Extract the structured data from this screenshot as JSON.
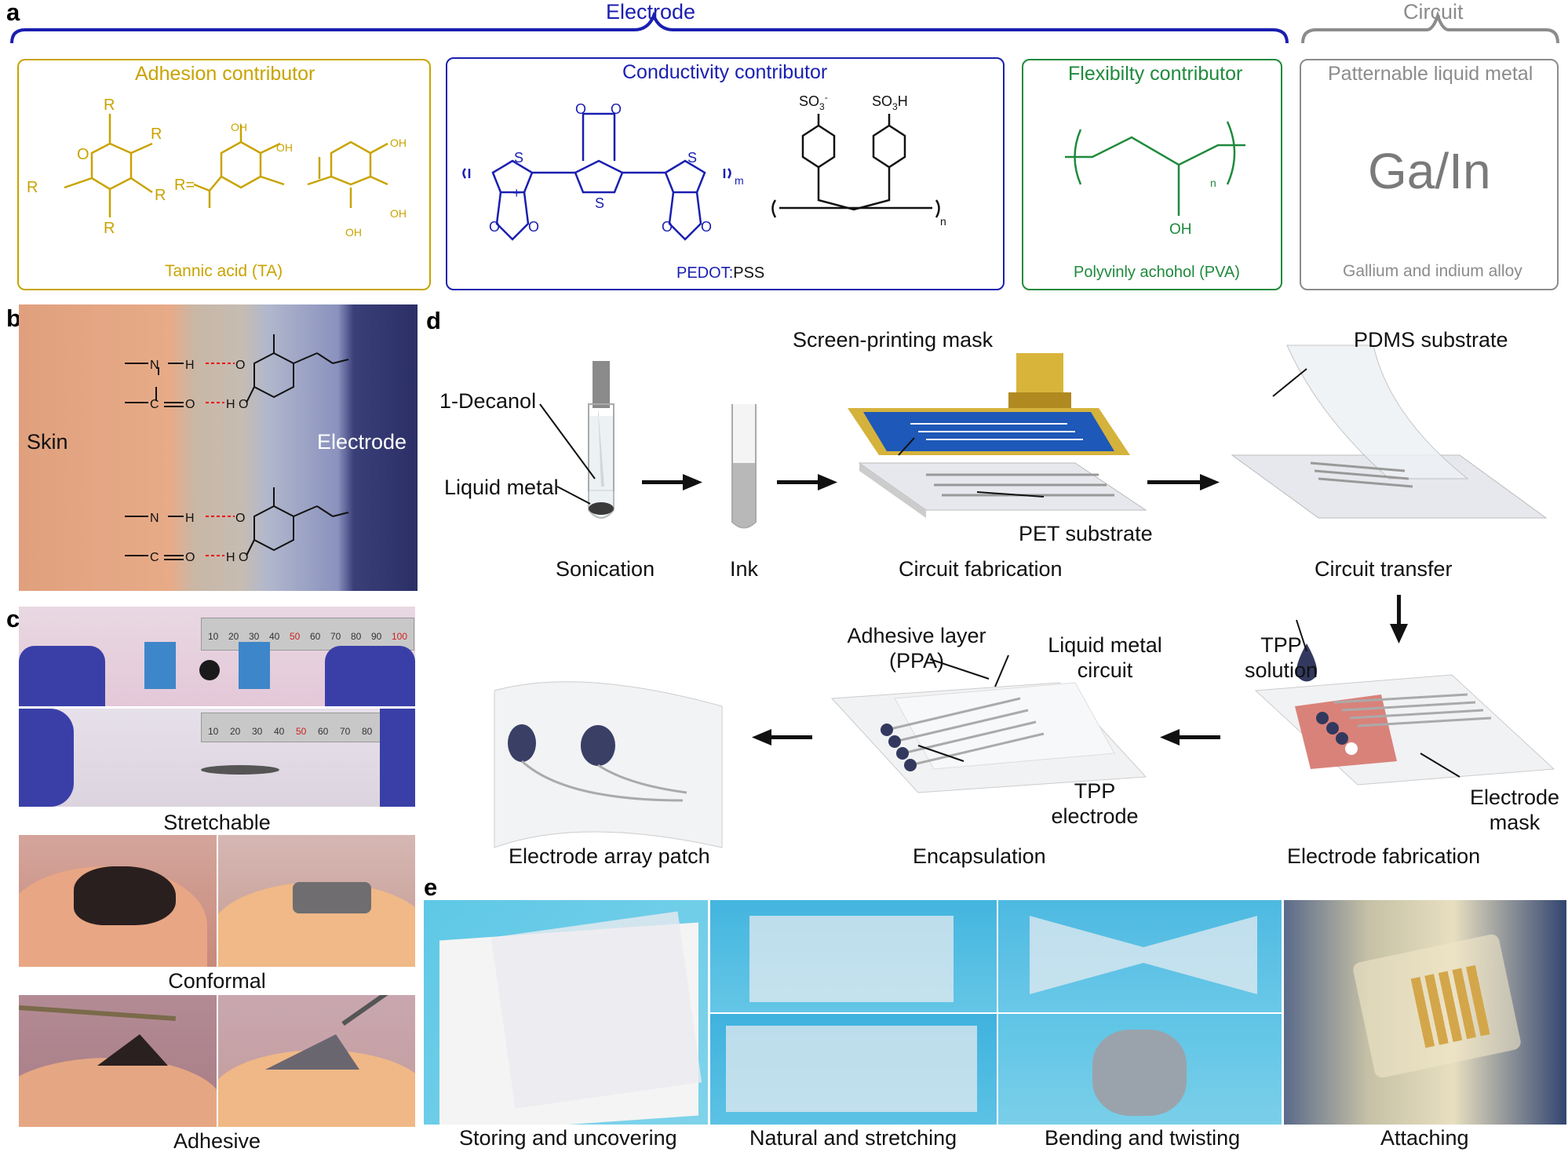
{
  "panels": {
    "a": "a",
    "b": "b",
    "c": "c",
    "d": "d",
    "e": "e"
  },
  "colors": {
    "adhesion": "#c9a300",
    "conductivity": "#1a1fb0",
    "flexibility": "#1f8a3c",
    "circuit": "#8c8c8c"
  },
  "panel_a": {
    "electrode_label": "Electrode",
    "circuit_label": "Circuit",
    "adhesion": {
      "title": "Adhesion contributor",
      "caption": "Tannic acid (TA)",
      "r1": "R",
      "r2": "R",
      "r3": "R",
      "r4": "R",
      "r5": "R",
      "o": "O",
      "r_eq": "R=",
      "oh1": "OH",
      "oh2": "OH",
      "oh3": "OH",
      "oh4": "OH",
      "oh5": "OH"
    },
    "conductivity": {
      "title": "Conductivity contributor",
      "caption_pedot": "PEDOT",
      "caption_sep": ":",
      "caption_pss": "PSS",
      "s": "S",
      "o": "O",
      "plus": "+",
      "m": "m",
      "n": "n",
      "so3": "SO",
      "so3_sub": "3",
      "so3_sup": "-",
      "so3h": "SO",
      "so3h_sub": "3",
      "so3h_h": "H"
    },
    "flexibility": {
      "title": "Flexibilty contributor",
      "caption": "Polyvinly achohol (PVA)",
      "oh": "OH",
      "n": "n"
    },
    "circuit": {
      "title": "Patternable liquid metal",
      "big": "Ga/In",
      "caption": "Gallium and indium alloy"
    }
  },
  "panel_b": {
    "skin": "Skin",
    "electrode": "Electrode",
    "n": "N",
    "h": "H",
    "c": "C",
    "o": "O",
    "ho": "H",
    "o2": "O"
  },
  "panel_c": {
    "stretchable": "Stretchable",
    "conformal": "Conformal",
    "adhesive": "Adhesive",
    "ruler1": [
      "10",
      "20",
      "30",
      "40",
      "50",
      "60",
      "70",
      "80",
      "90",
      "100"
    ],
    "ruler2": [
      "10",
      "20",
      "30",
      "40",
      "50",
      "60",
      "70",
      "80"
    ]
  },
  "panel_d": {
    "decanol": "1-Decanol",
    "liquid_metal": "Liquid metal",
    "sonication": "Sonication",
    "ink": "Ink",
    "mask": "Screen-printing mask",
    "pet": "PET substrate",
    "circuit_fab": "Circuit fabrication",
    "pdms": "PDMS substrate",
    "circuit_transfer": "Circuit transfer",
    "tpp_solution_1": "TPP",
    "tpp_solution_2": "solution",
    "electrode_mask_1": "Electrode",
    "electrode_mask_2": "mask",
    "electrode_fab": "Electrode fabrication",
    "adhesive_layer_1": "Adhesive layer",
    "adhesive_layer_2": "(PPA)",
    "lm_circuit_1": "Liquid metal",
    "lm_circuit_2": "circuit",
    "tpp_electrode_1": "TPP",
    "tpp_electrode_2": "electrode",
    "encapsulation": "Encapsulation",
    "patch": "Electrode array patch"
  },
  "panel_e": {
    "storing": "Storing and uncovering",
    "natural": "Natural and stretching",
    "bending": "Bending and twisting",
    "attaching": "Attaching"
  }
}
